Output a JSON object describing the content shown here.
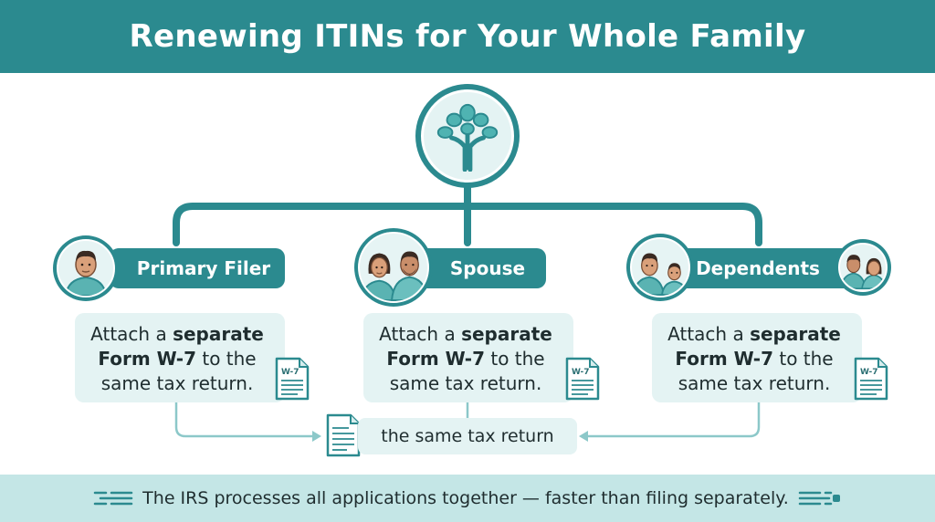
{
  "header": {
    "title": "Renewing ITINs for Your Whole Family"
  },
  "members": [
    {
      "role": "Primary Filer",
      "line1_pre": "Attach a ",
      "line1_bold": "separate",
      "line2_bold": "Form W-7",
      "line2_post": " to the",
      "line3": "same tax return.",
      "doc_label": "W-7"
    },
    {
      "role": "Spouse",
      "line1_pre": "Attach a ",
      "line1_bold": "separate",
      "line2_bold": "Form W-7",
      "line2_post": " to the",
      "line3": "same tax return.",
      "doc_label": "W-7"
    },
    {
      "role": "Dependents",
      "line1_pre": "Attach a ",
      "line1_bold": "separate",
      "line2_bold": "Form W-7",
      "line2_post": " to the",
      "line3": "same tax return.",
      "doc_label": "W-7"
    }
  ],
  "target": {
    "label": "the same tax return"
  },
  "footer": {
    "text": "The IRS processes all applications together — faster than filing separately."
  },
  "icons": {
    "center": "family-tree-icon",
    "documents": "document-icon",
    "footer": "speed-lines-icon"
  },
  "colors": {
    "teal": "#2b8a8f",
    "light_teal": "#e4f3f3",
    "footer_bg": "#c4e6e6",
    "connector_light": "#8cc8c9"
  }
}
